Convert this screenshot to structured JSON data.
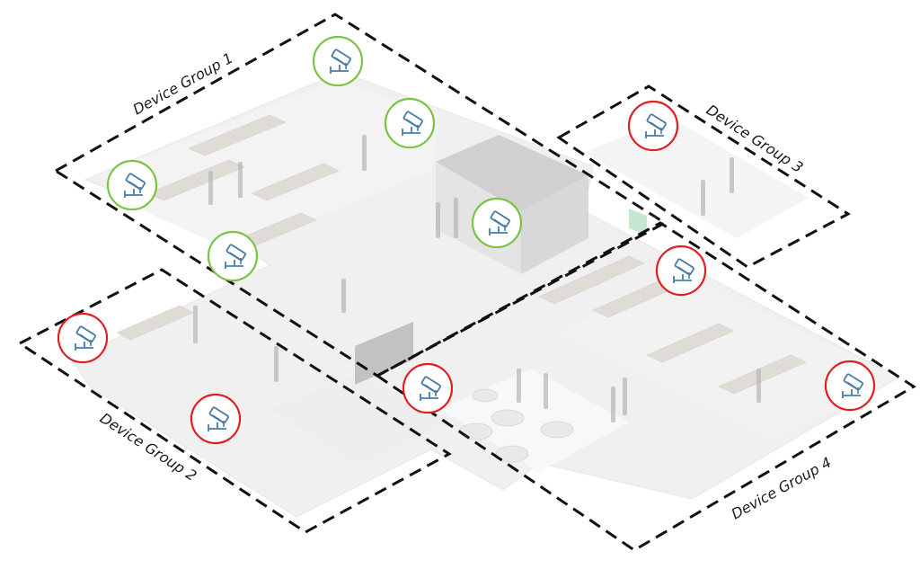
{
  "groups": [
    {
      "label": "Device Group 1",
      "status": "online"
    },
    {
      "label": "Device Group 2",
      "status": "offline"
    },
    {
      "label": "Device Group 3",
      "status": "offline"
    },
    {
      "label": "Device Group 4",
      "status": "offline"
    }
  ],
  "status_colors": {
    "online": "#7dc243",
    "offline": "#e02020"
  },
  "icon": "security-camera-icon",
  "cameras": [
    {
      "group": 1,
      "status": "online"
    },
    {
      "group": 1,
      "status": "online"
    },
    {
      "group": 1,
      "status": "online"
    },
    {
      "group": 1,
      "status": "online"
    },
    {
      "group": 1,
      "status": "online"
    },
    {
      "group": 2,
      "status": "offline"
    },
    {
      "group": 2,
      "status": "offline"
    },
    {
      "group": 3,
      "status": "offline"
    },
    {
      "group": 4,
      "status": "offline"
    },
    {
      "group": 4,
      "status": "offline"
    },
    {
      "group": 4,
      "status": "offline"
    }
  ]
}
